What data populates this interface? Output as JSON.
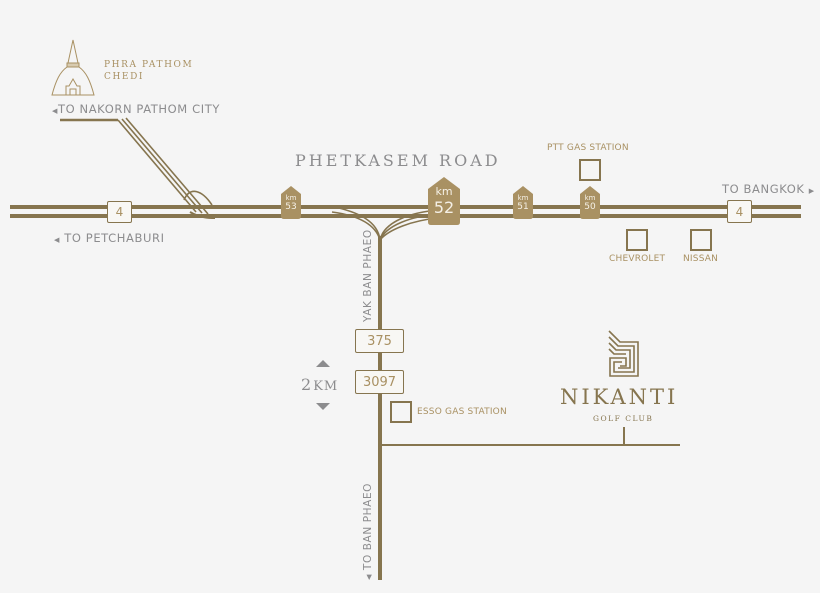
{
  "map": {
    "title": "Phetkasem Road",
    "colors": {
      "road": "#86754f",
      "accent": "#a99163",
      "text_gray": "#8c8c8e",
      "background": "#f5f5f5"
    },
    "landmark": {
      "name_line1": "Phra Pathom",
      "name_line2": "Chedi",
      "icon": "chedi-icon"
    },
    "destinations": {
      "nakorn_pathom": "TO NAKORN PATHOM CITY",
      "petchaburi": "TO PETCHABURI",
      "bangkok": "TO BANGKOK",
      "ban_phaeo": "TO BAN PHAEO"
    },
    "roads": {
      "side_road": "YAK BAN PHAEO"
    },
    "route_numbers": {
      "highway_west": "4",
      "highway_east": "4",
      "route_375": "375",
      "route_3097": "3097"
    },
    "km_markers": [
      {
        "unit": "km",
        "value": "53"
      },
      {
        "unit": "km",
        "value": "52"
      },
      {
        "unit": "km",
        "value": "51"
      },
      {
        "unit": "km",
        "value": "50"
      }
    ],
    "pois": {
      "ptt": "PTT GAS STATION",
      "chevrolet": "CHEVROLET",
      "nissan": "NISSAN",
      "esso": "ESSO GAS STATION"
    },
    "scale": {
      "value": "2",
      "unit": "KM"
    },
    "destination_brand": {
      "name": "NIKANTI",
      "subtitle": "GOLF CLUB",
      "icon": "nikanti-logo-icon"
    }
  }
}
